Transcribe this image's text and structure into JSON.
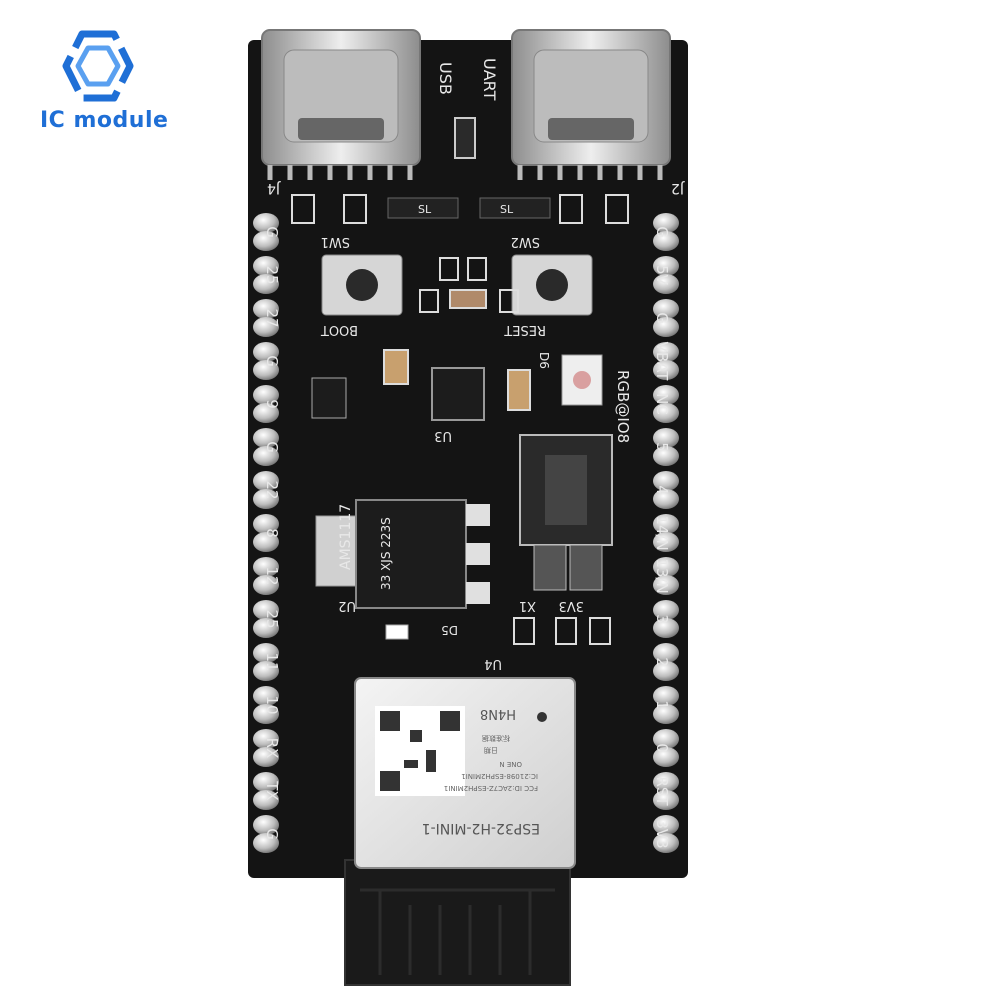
{
  "brand": {
    "name": "IC module",
    "color": "#1f6fd6"
  },
  "board": {
    "module_label": "ESP32-H2-MINI-1",
    "module_lines": [
      "FCC ID:2AC7Z-ESPH2MINI1",
      "IC:21098-ESPH2MINI1",
      "ONE N",
      "标准数据",
      "日期"
    ],
    "module_code": "H4N8",
    "connectors": [
      "USB",
      "UART"
    ],
    "connector_refs": [
      "J4",
      "J2"
    ],
    "switches": [
      {
        "ref": "SW1",
        "label": "BOOT"
      },
      {
        "ref": "SW2",
        "label": "RESET"
      }
    ],
    "chips": [
      "U2",
      "U3",
      "U4"
    ],
    "regulator": [
      "AMS1117",
      "33 XJS 223S"
    ],
    "led_ref": "D6",
    "led_label": "RGB@IO8",
    "power_led_ref": "D5",
    "jumper_refs": [
      "X1",
      "3V3"
    ],
    "diodes": [
      "SL",
      "SL"
    ],
    "left_pins": [
      "G",
      "25",
      "27",
      "G",
      "9",
      "G",
      "22",
      "8",
      "12",
      "25",
      "11",
      "10",
      "RX",
      "TX",
      "G"
    ],
    "right_pins": [
      "G",
      "5V",
      "G",
      "VBAT",
      "NC",
      "5",
      "4",
      "14/N",
      "13/N",
      "3",
      "2",
      "1",
      "0",
      "RST",
      "3V3"
    ]
  },
  "colors": {
    "pcb": "#141414",
    "header_pin": "#c9c9c9",
    "usb_metal": "#d2d2d2",
    "module_shield": "#e4e4e4"
  }
}
